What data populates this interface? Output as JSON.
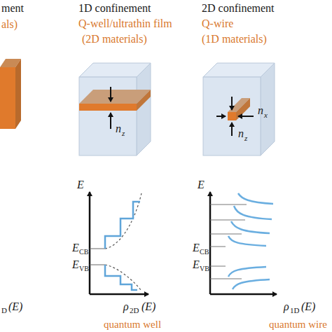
{
  "diagram": {
    "labels": [
      "ment",
      "als)",
      "1D confinement",
      "Q-well/ultrathin film",
      "(2D materials)",
      "2D confinement",
      "Q-wire",
      "(1D materials)",
      "n",
      "z",
      "n",
      "x",
      "n",
      "z",
      "E",
      "E",
      "CB",
      "E",
      "VB",
      "D",
      "(E)",
      "ρ",
      "2D",
      "(E)",
      "quantum well",
      "E",
      "E",
      "CB",
      "E",
      "VB",
      "ρ",
      "1D",
      "(E)",
      "quantum wire"
    ]
  }
}
